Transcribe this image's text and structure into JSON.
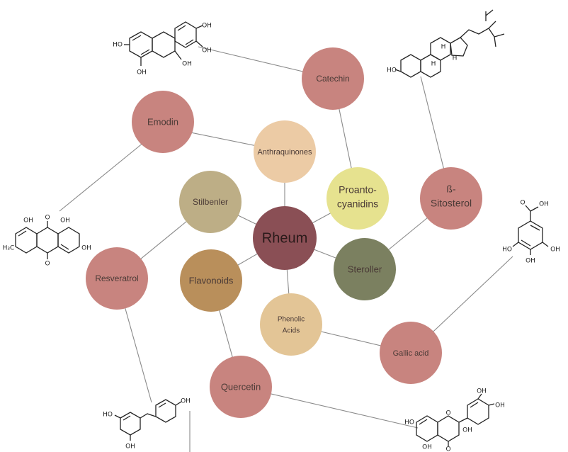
{
  "center": {
    "label": "Rheum",
    "color": "#8a4f55"
  },
  "classes": {
    "anthraquinones": {
      "label": "Anthraquinones",
      "color": "#eccba5"
    },
    "proanthocyanidins": {
      "label_line1": "Proanto-",
      "label_line2": "cyanidins",
      "color": "#e6e28f"
    },
    "steroller": {
      "label": "Steroller",
      "color": "#7b8060"
    },
    "phenolic_acids": {
      "label_line1": "Phenolic",
      "label_line2": "Acids",
      "color": "#e3c596"
    },
    "flavonoids": {
      "label": "Flavonoids",
      "color": "#b98f5b"
    },
    "stilbenler": {
      "label": "Stilbenler",
      "color": "#bdae86"
    }
  },
  "compounds": {
    "catechin": {
      "label": "Catechin",
      "color": "#c8847f"
    },
    "emodin": {
      "label": "Emodin",
      "color": "#c8847f"
    },
    "sitosterol": {
      "label_line1": "ß-",
      "label_line2": "Sitosterol",
      "color": "#c8847f"
    },
    "resveratrol": {
      "label": "Resveratrol",
      "color": "#c8847f"
    },
    "gallic_acid": {
      "label": "Gallic acid",
      "color": "#c8847f"
    },
    "quercetin": {
      "label": "Quercetin",
      "color": "#c8847f"
    }
  },
  "structure_labels": {
    "catechin": [
      "HO",
      "OH",
      "OH",
      "OH",
      "OH"
    ],
    "sitosterol": [
      "HO",
      "H",
      "H",
      "H"
    ],
    "emodin": [
      "OH",
      "O",
      "OH",
      "H₃C",
      "O",
      "OH"
    ],
    "gallic_acid": [
      "O",
      "OH",
      "HO",
      "OH",
      "OH"
    ],
    "resveratrol": [
      "HO",
      "OH",
      "OH"
    ],
    "quercetin": [
      "OH",
      "OH",
      "HO",
      "O",
      "OH",
      "OH",
      "O"
    ]
  }
}
